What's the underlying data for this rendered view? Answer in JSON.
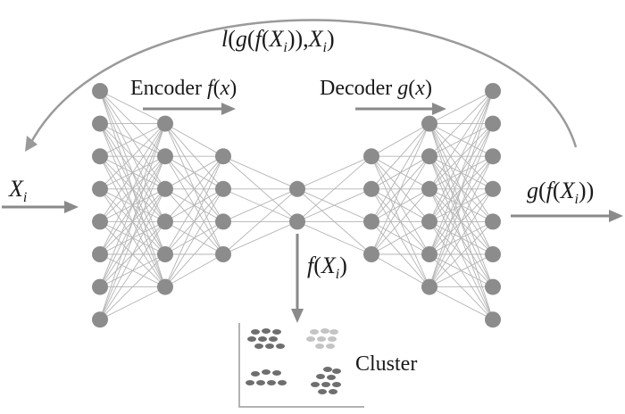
{
  "loss_label": "l(g(f(Xi)),Xi)",
  "encoder": {
    "word": "Encoder",
    "func": "f(x)"
  },
  "decoder": {
    "word": "Decoder",
    "func": "g(x)"
  },
  "input_label": "Xi",
  "output_label": "g(f(Xi))",
  "latent_label": "f(Xi)",
  "cluster_label": "Cluster",
  "network": {
    "layers": [
      8,
      6,
      4,
      2,
      4,
      6,
      8
    ]
  },
  "colors": {
    "node": "#8c8c8c",
    "edge": "#b4b4b4",
    "arrow": "#8a8a8a",
    "cluster_dark": "#6e6e6e",
    "cluster_light": "#c4c4c4"
  }
}
